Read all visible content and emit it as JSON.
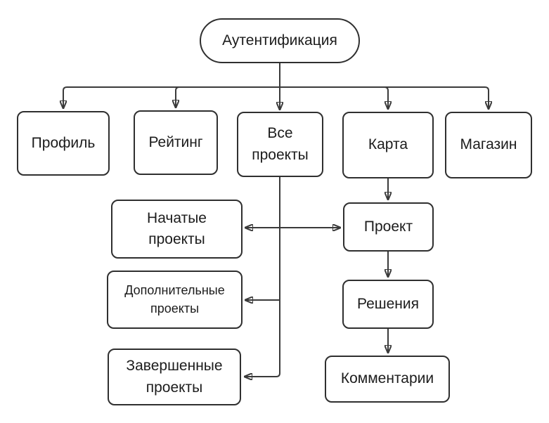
{
  "diagram": {
    "type": "flowchart",
    "background_color": "#ffffff",
    "line_color": "#3a3a3a",
    "box_border_color": "#2f2f2f",
    "box_fill_color": "#ffffff",
    "text_color": "#1c1c1c",
    "nodes": [
      {
        "id": "auth",
        "label": "Аутентификация",
        "shape": "stadium"
      },
      {
        "id": "profile",
        "label": "Профиль",
        "shape": "rounded-rect"
      },
      {
        "id": "rating",
        "label": "Рейтинг",
        "shape": "rounded-rect"
      },
      {
        "id": "all-projects",
        "label": "Все\nпроекты",
        "shape": "rounded-rect"
      },
      {
        "id": "map",
        "label": "Карта",
        "shape": "rounded-rect"
      },
      {
        "id": "shop",
        "label": "Магазин",
        "shape": "rounded-rect"
      },
      {
        "id": "started-projects",
        "label": "Начатые\nпроекты",
        "shape": "rounded-rect"
      },
      {
        "id": "additional-projects",
        "label": "Дополнительные\nпроекты",
        "shape": "rounded-rect"
      },
      {
        "id": "finished-projects",
        "label": "Завершенные\nпроекты",
        "shape": "rounded-rect"
      },
      {
        "id": "project",
        "label": "Проект",
        "shape": "rounded-rect"
      },
      {
        "id": "solutions",
        "label": "Решения",
        "shape": "rounded-rect"
      },
      {
        "id": "comments",
        "label": "Комментарии",
        "shape": "rounded-rect"
      }
    ],
    "edges": [
      {
        "from": "auth",
        "to": "profile",
        "arrow": "down"
      },
      {
        "from": "auth",
        "to": "rating",
        "arrow": "down"
      },
      {
        "from": "auth",
        "to": "all-projects",
        "arrow": "down"
      },
      {
        "from": "auth",
        "to": "map",
        "arrow": "down"
      },
      {
        "from": "auth",
        "to": "shop",
        "arrow": "down"
      },
      {
        "from": "map",
        "to": "project",
        "arrow": "down"
      },
      {
        "from": "all-projects",
        "to": "started-projects",
        "arrow": "left"
      },
      {
        "from": "all-projects",
        "to": "project",
        "arrow": "right"
      },
      {
        "from": "all-projects",
        "to": "additional-projects",
        "arrow": "left"
      },
      {
        "from": "all-projects",
        "to": "finished-projects",
        "arrow": "left"
      },
      {
        "from": "project",
        "to": "solutions",
        "arrow": "down"
      },
      {
        "from": "solutions",
        "to": "comments",
        "arrow": "down"
      }
    ]
  }
}
